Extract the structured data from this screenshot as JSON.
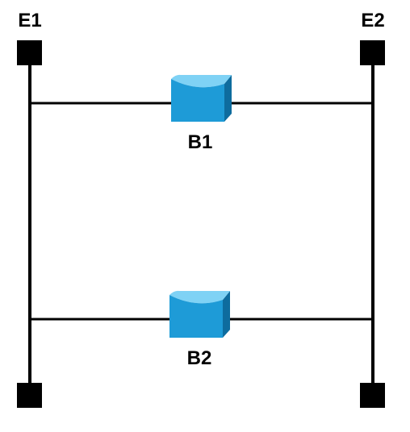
{
  "diagram": {
    "end_nodes": {
      "e1": {
        "label": "E1"
      },
      "e2": {
        "label": "E2"
      }
    },
    "devices": {
      "b1": {
        "label": "B1",
        "icon": "bridge-icon"
      },
      "b2": {
        "label": "B2",
        "icon": "bridge-icon"
      }
    },
    "colors": {
      "line": "#000000",
      "terminal": "#000000",
      "device_front": "#1e9bd7",
      "device_top": "#7fd2f5",
      "device_side": "#0e6c9e",
      "label": "#000000"
    }
  }
}
